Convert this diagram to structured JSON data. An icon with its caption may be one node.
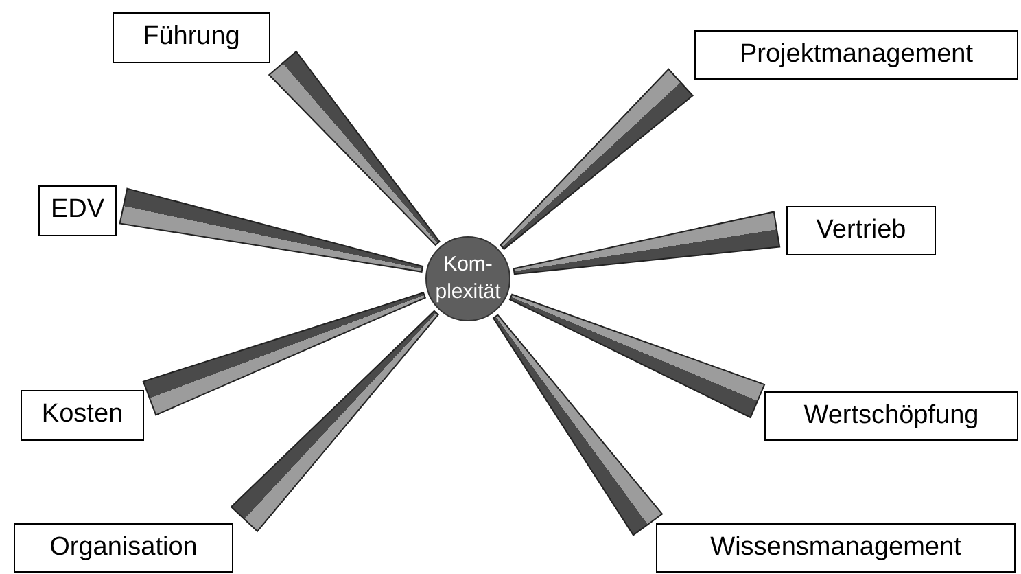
{
  "diagram": {
    "nodes": [
      {
        "text": [
          "Führung"
        ]
      },
      {
        "text": [
          "Projektmanagement"
        ]
      },
      {
        "text": [
          "EDV"
        ]
      },
      {
        "text": [
          "Vertrieb"
        ]
      },
      {
        "text": [
          "Kom-plexität"
        ]
      },
      {
        "text": [
          "Kosten"
        ]
      },
      {
        "text": [
          "Wertschöpfung"
        ]
      },
      {
        "text": [
          "Organisation"
        ]
      },
      {
        "text": [
          "Wissensmanagement"
        ]
      }
    ],
    "edges": [
      {
        "from": 4,
        "to": 0,
        "arrow": "none"
      },
      {
        "from": 4,
        "to": 1,
        "arrow": "none"
      },
      {
        "from": 4,
        "to": 2,
        "arrow": "none"
      },
      {
        "from": 4,
        "to": 3,
        "arrow": "none"
      },
      {
        "from": 4,
        "to": 5,
        "arrow": "none"
      },
      {
        "from": 4,
        "to": 6,
        "arrow": "none"
      },
      {
        "from": 4,
        "to": 7,
        "arrow": "none"
      },
      {
        "from": 4,
        "to": 8,
        "arrow": "none"
      }
    ]
  }
}
